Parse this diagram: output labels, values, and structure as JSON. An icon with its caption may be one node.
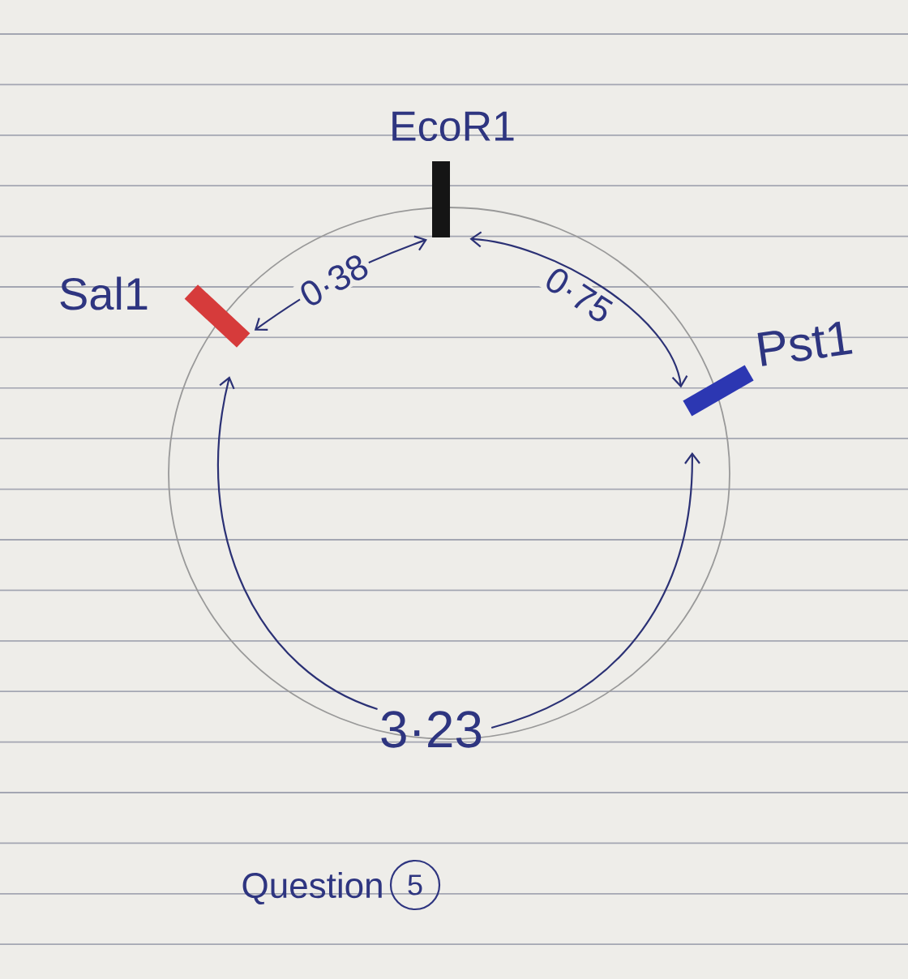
{
  "diagram": {
    "nodes": [
      {
        "text": [
          "EcoR1"
        ]
      },
      {
        "text": [
          "Sal1"
        ]
      },
      {
        "text": [
          "Pst1"
        ]
      },
      {
        "text": [
          "3·23"
        ]
      },
      {
        "text": [
          "5"
        ],
        "beside": [
          "Question"
        ]
      }
    ],
    "edges": [
      {
        "from": 1,
        "to": 0,
        "arrow": "both",
        "label": "0·38"
      },
      {
        "from": 0,
        "to": 2,
        "arrow": "both",
        "label": "0·75"
      },
      {
        "from": 3,
        "to": 1,
        "arrow": "to"
      },
      {
        "from": 3,
        "to": 2,
        "arrow": "to"
      }
    ]
  }
}
